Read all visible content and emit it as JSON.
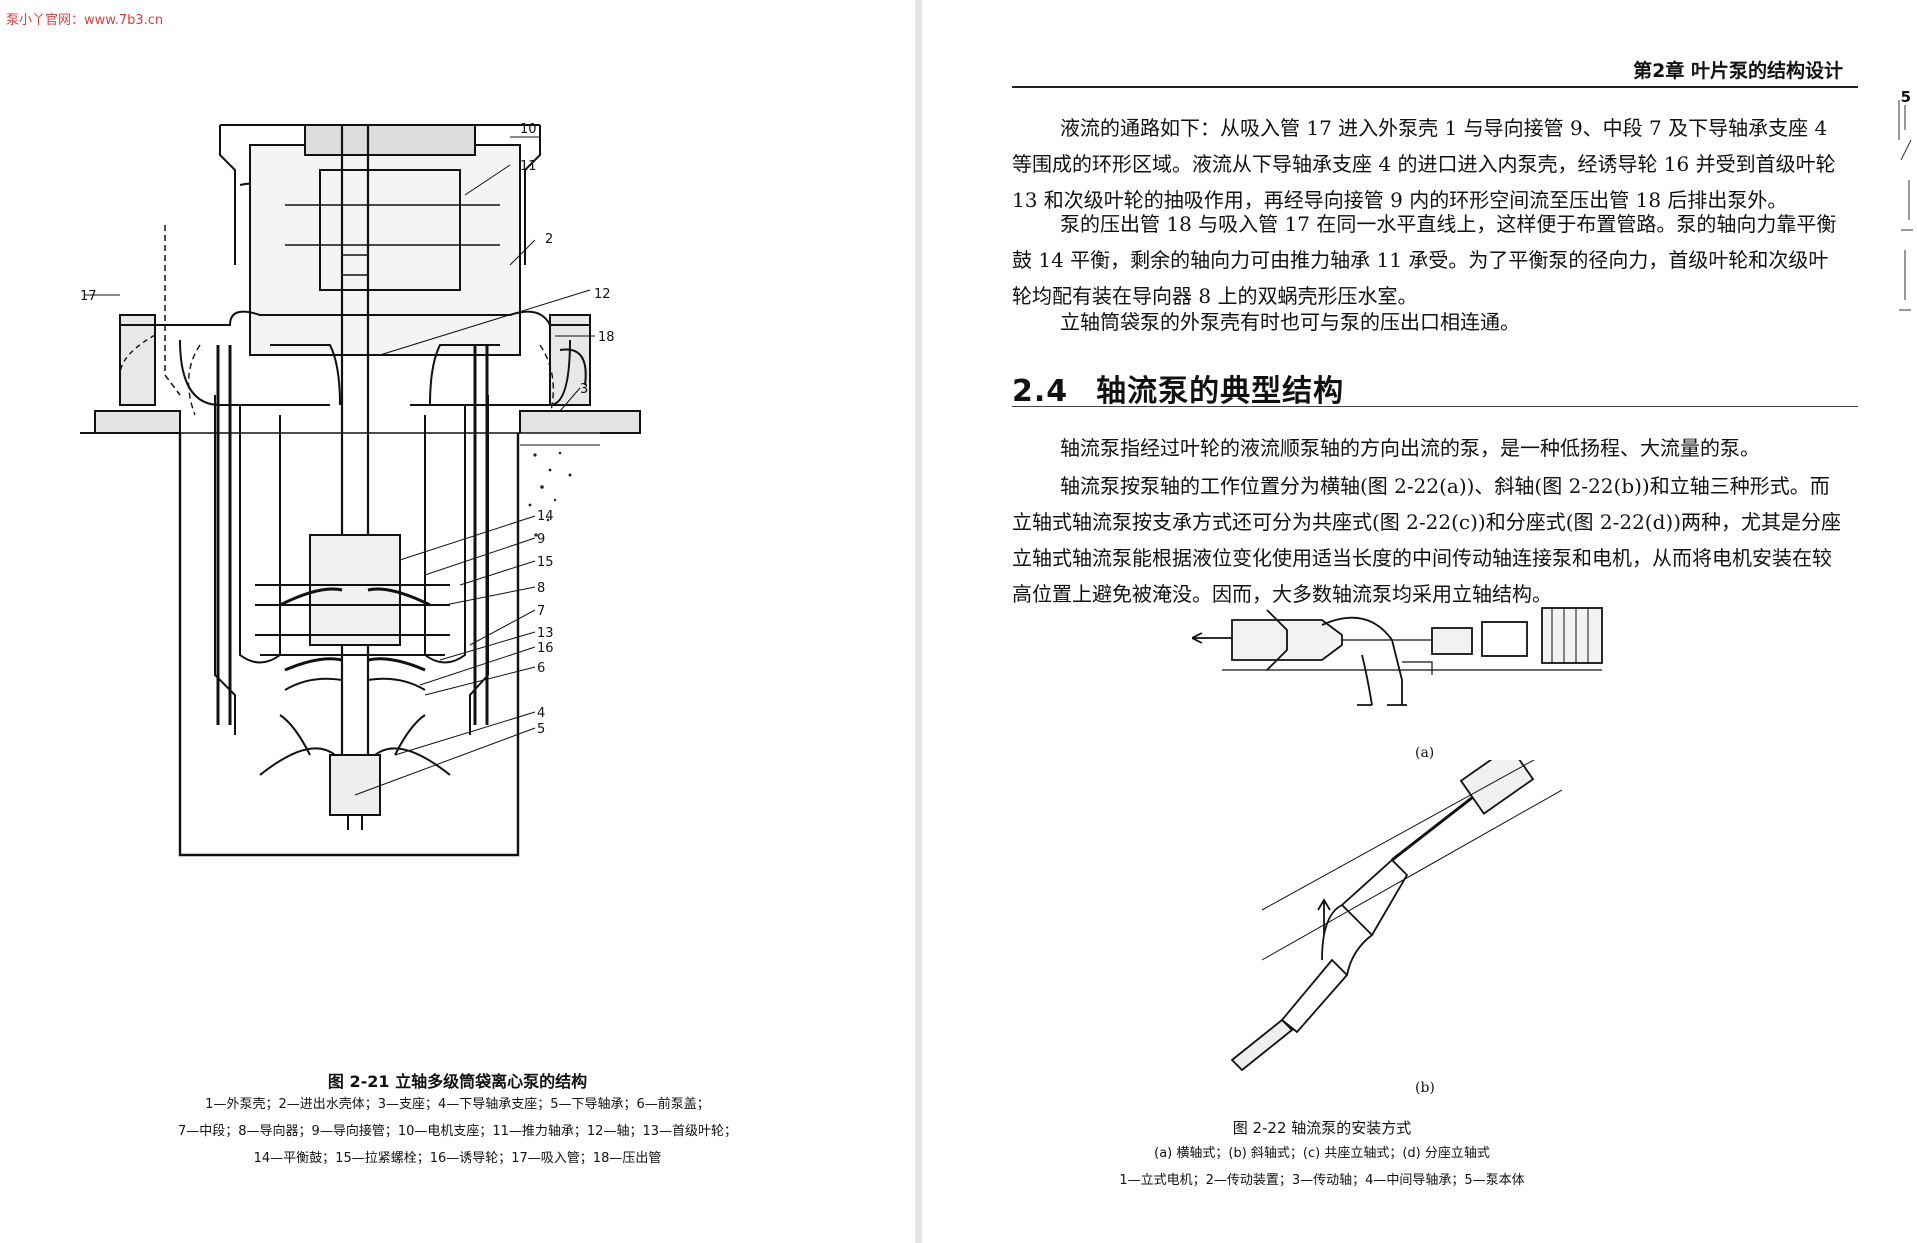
{
  "watermark": "泵小丫官网：www.7b3.cn",
  "left_page": {
    "figure_labels": [
      "10",
      "11",
      "2",
      "17",
      "12",
      "18",
      "3",
      "14",
      "9",
      "15",
      "8",
      "7",
      "13",
      "16",
      "6",
      "4",
      "5"
    ],
    "caption_title": "图 2-21    立轴多级筒袋离心泵的结构",
    "caption_lines": [
      "1—外泵壳；2—进出水壳体；3—支座；4—下导轴承支座；5—下导轴承；6—前泵盖；",
      "7—中段；8—导向器；9—导向接管；10—电机支座；11—推力轴承；12—轴；13—首级叶轮；",
      "14—平衡鼓；15—拉紧螺栓；16—诱导轮；17—吸入管；18—压出管"
    ]
  },
  "right_page": {
    "header": "第2章    叶片泵的结构设计",
    "page_number": "5",
    "paragraphs": [
      "液流的通路如下：从吸入管 17 进入外泵壳 1 与导向接管 9、中段 7 及下导轴承支座 4 等围成的环形区域。液流从下导轴承支座 4 的进口进入内泵壳，经诱导轮 16 并受到首级叶轮 13 和次级叶轮的抽吸作用，再经导向接管 9 内的环形空间流至压出管 18 后排出泵外。",
      "泵的压出管 18 与吸入管 17 在同一水平直线上，这样便于布置管路。泵的轴向力靠平衡鼓 14 平衡，剩余的轴向力可由推力轴承 11 承受。为了平衡泵的径向力，首级叶轮和次级叶轮均配有装在导向器 8 上的双蜗壳形压水室。",
      "立轴筒袋泵的外泵壳有时也可与泵的压出口相连通。"
    ],
    "section_number": "2.4",
    "section_title": "轴流泵的典型结构",
    "paragraphs2": [
      "轴流泵指经过叶轮的液流顺泵轴的方向出流的泵，是一种低扬程、大流量的泵。",
      "轴流泵按泵轴的工作位置分为横轴(图 2-22(a))、斜轴(图 2-22(b))和立轴三种形式。而立轴式轴流泵按支承方式还可分为共座式(图 2-22(c))和分座式(图 2-22(d))两种，尤其是分座立轴式轴流泵能根据液位变化使用适当长度的中间传动轴连接泵和电机，从而将电机安装在较高位置上避免被淹没。因而，大多数轴流泵均采用立轴结构。"
    ],
    "sub_a": "(a)",
    "sub_b": "(b)",
    "caption_title": "图 2-22    轴流泵的安装方式",
    "caption_lines": [
      "(a) 横轴式；(b) 斜轴式；(c) 共座立轴式；(d) 分座立轴式",
      "1—立式电机；2—传动装置；3—传动轴；4—中间导轴承；5—泵本体"
    ]
  }
}
